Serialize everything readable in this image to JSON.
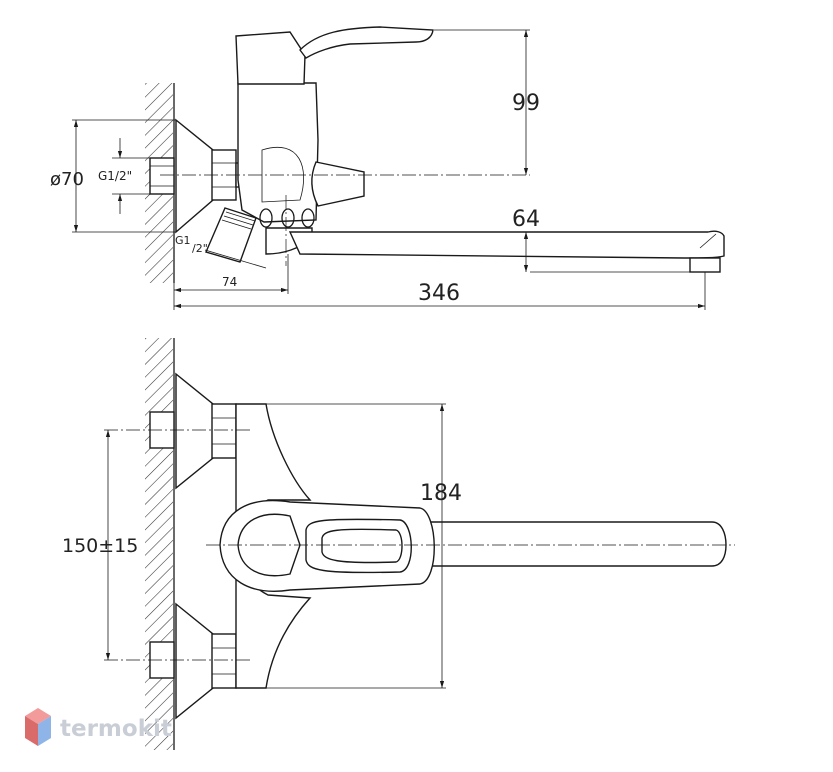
{
  "drawing": {
    "dimensions": {
      "d99": "99",
      "d64": "64",
      "d346": "346",
      "d74": "74",
      "d70": "ø70",
      "thread_top": "G1/2\"",
      "thread_bottom_a": "G1",
      "thread_bottom_b": "/2\"",
      "d184": "184",
      "d150": "150±15"
    }
  },
  "watermark": {
    "text": "termokit",
    "colors": {
      "top": "#f39a9a",
      "left": "#d96b6b",
      "right": "#8fb4e8"
    }
  }
}
